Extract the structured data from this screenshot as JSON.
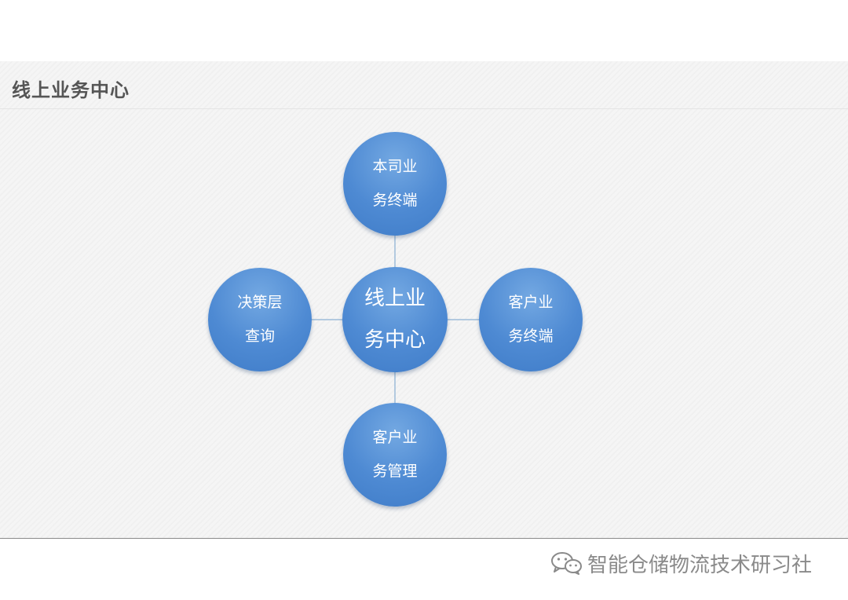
{
  "slide": {
    "title": "线上业务中心"
  },
  "diagram": {
    "center": {
      "line1": "线上业",
      "line2": "务中心"
    },
    "top": {
      "line1": "本司业",
      "line2": "务终端"
    },
    "left": {
      "line1": "决策层",
      "line2": "查询"
    },
    "right": {
      "line1": "客户业",
      "line2": "务终端"
    },
    "bottom": {
      "line1": "客户业",
      "line2": "务管理"
    },
    "colors": {
      "node_fill": "#4e8ad3",
      "node_highlight": "#73a8e2",
      "connector": "#9dbcd9"
    }
  },
  "watermark": {
    "text": "智能仓储物流技术研习社",
    "icon": "wechat-icon"
  }
}
